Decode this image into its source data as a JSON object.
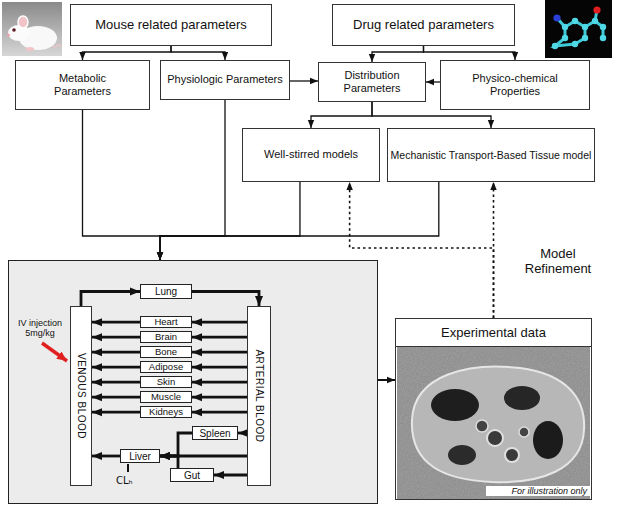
{
  "diagram": {
    "nodes": [
      {
        "text": [
          "Mouse related parameters"
        ]
      },
      {
        "text": [
          "Drug related parameters"
        ]
      },
      {
        "text": [
          "Metabolic Parameters"
        ]
      },
      {
        "text": [
          "Physiologic Parameters"
        ]
      },
      {
        "text": [
          "Distribution Parameters"
        ]
      },
      {
        "text": [
          "Physico-chemical Properties"
        ]
      },
      {
        "text": [
          "Well-stirred models"
        ]
      },
      {
        "text": [
          "Mechanistic Transport-Based Tissue model"
        ]
      },
      {
        "text": []
      },
      {
        "text": [
          "VENOUS BLOOD"
        ],
        "in": 8
      },
      {
        "text": [
          "Lung"
        ],
        "in": 8
      },
      {
        "text": [
          "Heart"
        ],
        "in": 8
      },
      {
        "text": [
          "Brain"
        ],
        "in": 8
      },
      {
        "text": [
          "Bone"
        ],
        "in": 8
      },
      {
        "text": [
          "Adipose"
        ],
        "in": 8
      },
      {
        "text": [
          "Skin"
        ],
        "in": 8
      },
      {
        "text": [
          "Muscle"
        ],
        "in": 8
      },
      {
        "text": [
          "Kidneys"
        ],
        "in": 8
      },
      {
        "text": [
          "ARTERIAL BLOOD"
        ],
        "in": 8
      },
      {
        "text": [
          "Spleen"
        ],
        "in": 8
      },
      {
        "text": [
          "Liver"
        ],
        "in": 8
      },
      {
        "text": [
          "Gut"
        ],
        "in": 8
      },
      {
        "text": [
          "Experimental data"
        ]
      }
    ],
    "edges": [
      {
        "from": 0,
        "to": 2,
        "arrow": "to"
      },
      {
        "from": 0,
        "to": 3,
        "arrow": "to"
      },
      {
        "from": 1,
        "to": 4,
        "arrow": "to"
      },
      {
        "from": 1,
        "to": 5,
        "arrow": "to"
      },
      {
        "from": 3,
        "to": 4,
        "arrow": "to"
      },
      {
        "from": 5,
        "to": 4,
        "arrow": "to"
      },
      {
        "from": 4,
        "to": 6,
        "arrow": "to"
      },
      {
        "from": 4,
        "to": 7,
        "arrow": "to"
      },
      {
        "from": 2,
        "to": 8,
        "arrow": "to"
      },
      {
        "from": 3,
        "to": 8,
        "arrow": "to"
      },
      {
        "from": 6,
        "to": 8,
        "arrow": "to"
      },
      {
        "from": 7,
        "to": 8,
        "arrow": "to"
      },
      {
        "from": 8,
        "to": 22,
        "arrow": "to"
      },
      {
        "from": 22,
        "to": 6,
        "arrow": "to"
      },
      {
        "from": 22,
        "to": 7,
        "arrow": "to"
      },
      {
        "from": 9,
        "to": 10,
        "arrow": "to"
      },
      {
        "from": 10,
        "to": 18,
        "arrow": "to"
      },
      {
        "from": 18,
        "to": 11,
        "arrow": "to"
      },
      {
        "from": 18,
        "to": 12,
        "arrow": "to"
      },
      {
        "from": 18,
        "to": 13,
        "arrow": "to"
      },
      {
        "from": 18,
        "to": 14,
        "arrow": "to"
      },
      {
        "from": 18,
        "to": 15,
        "arrow": "to"
      },
      {
        "from": 18,
        "to": 16,
        "arrow": "to"
      },
      {
        "from": 18,
        "to": 17,
        "arrow": "to"
      },
      {
        "from": 11,
        "to": 9,
        "arrow": "to"
      },
      {
        "from": 12,
        "to": 9,
        "arrow": "to"
      },
      {
        "from": 13,
        "to": 9,
        "arrow": "to"
      },
      {
        "from": 14,
        "to": 9,
        "arrow": "to"
      },
      {
        "from": 15,
        "to": 9,
        "arrow": "to"
      },
      {
        "from": 16,
        "to": 9,
        "arrow": "to"
      },
      {
        "from": 17,
        "to": 9,
        "arrow": "to"
      },
      {
        "from": 18,
        "to": 19,
        "arrow": "to"
      },
      {
        "from": 18,
        "to": 21,
        "arrow": "to"
      },
      {
        "from": 18,
        "to": 20,
        "arrow": "to"
      },
      {
        "from": 19,
        "to": 20,
        "arrow": "to"
      },
      {
        "from": 21,
        "to": 20,
        "arrow": "to"
      },
      {
        "from": 20,
        "to": 9,
        "arrow": "to"
      }
    ],
    "labels": [
      "Model Refinement",
      "IV injection 5mg/kg",
      "CLₕ",
      "For illustration only"
    ]
  }
}
